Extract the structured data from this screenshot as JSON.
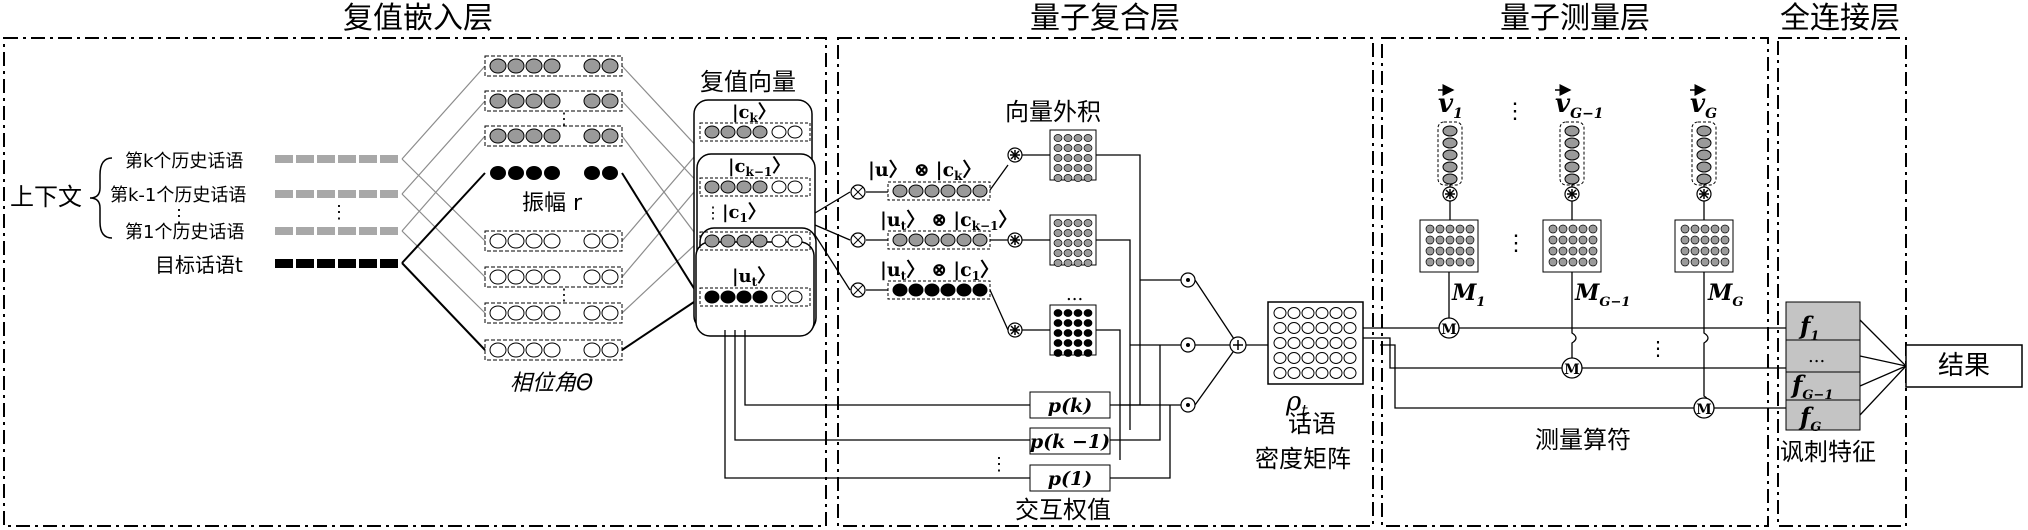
{
  "sections": {
    "embed": "复值嵌入层",
    "compose": "量子复合层",
    "measure": "量子测量层",
    "fc": "全连接层"
  },
  "embed": {
    "context": "上下文",
    "utt_k": "第k个历史话语",
    "utt_k1": "第k-1个历史话语",
    "utt_1": "第1个历史话语",
    "utt_t": "目标话语t",
    "amplitude": "振幅 r",
    "phase": "相位角Θ",
    "complex_vec": "复值向量",
    "ket_ck": "|c",
    "ket_ck_sub": "k",
    "ket_ck1": "|c",
    "ket_ck1_sub": "k−1",
    "ket_c1": "|c",
    "ket_c1_sub": "1",
    "ket_ut": "|u",
    "ket_ut_sub": "t",
    "vdots": "⋮"
  },
  "compose": {
    "outer_product": "向量外积",
    "ket_u": "|u",
    "ket_u_sub": "",
    "ket_u_close": "〉",
    "otimes": "⊗",
    "ket_ck": "|c",
    "ket_ck_sub": "k",
    "ket_ut": "|u",
    "ket_ut_sub": "t",
    "ket_ck1": "|c",
    "ket_ck1_sub": "k−1",
    "ket_c1": "|c",
    "ket_c1_sub": "1",
    "dots": "...",
    "pk": "p(k)",
    "pk1": "p(k −1)",
    "p1": "p(1)",
    "interaction": "交互权值",
    "rho": "ρ",
    "rho_sub": "t",
    "density1": "话语",
    "density2": "密度矩阵"
  },
  "measure": {
    "v1": "v",
    "v1_sub": "1",
    "vG1": "v",
    "vG1_sub": "G−1",
    "vG": "v",
    "vG_sub": "G",
    "M1": "M",
    "M1_sub": "1",
    "MG1": "M",
    "MG1_sub": "G−1",
    "MG": "M",
    "MG_sub": "G",
    "m_circle": "M",
    "operator": "测量算符",
    "colon": "⋮"
  },
  "fc": {
    "f1": "f",
    "f1_sub": "1",
    "fdots": "...",
    "fG1": "f",
    "fG1_sub": "G−1",
    "fG": "f",
    "fG_sub": "G",
    "feature": "讽刺特征",
    "result": "结果"
  },
  "colors": {
    "gray_bar": "#a8a8a8",
    "gray_fill": "#9a9a9a",
    "feature_fill": "#c4c4c4",
    "line": "#000000",
    "light_line": "#8c8c8c"
  }
}
